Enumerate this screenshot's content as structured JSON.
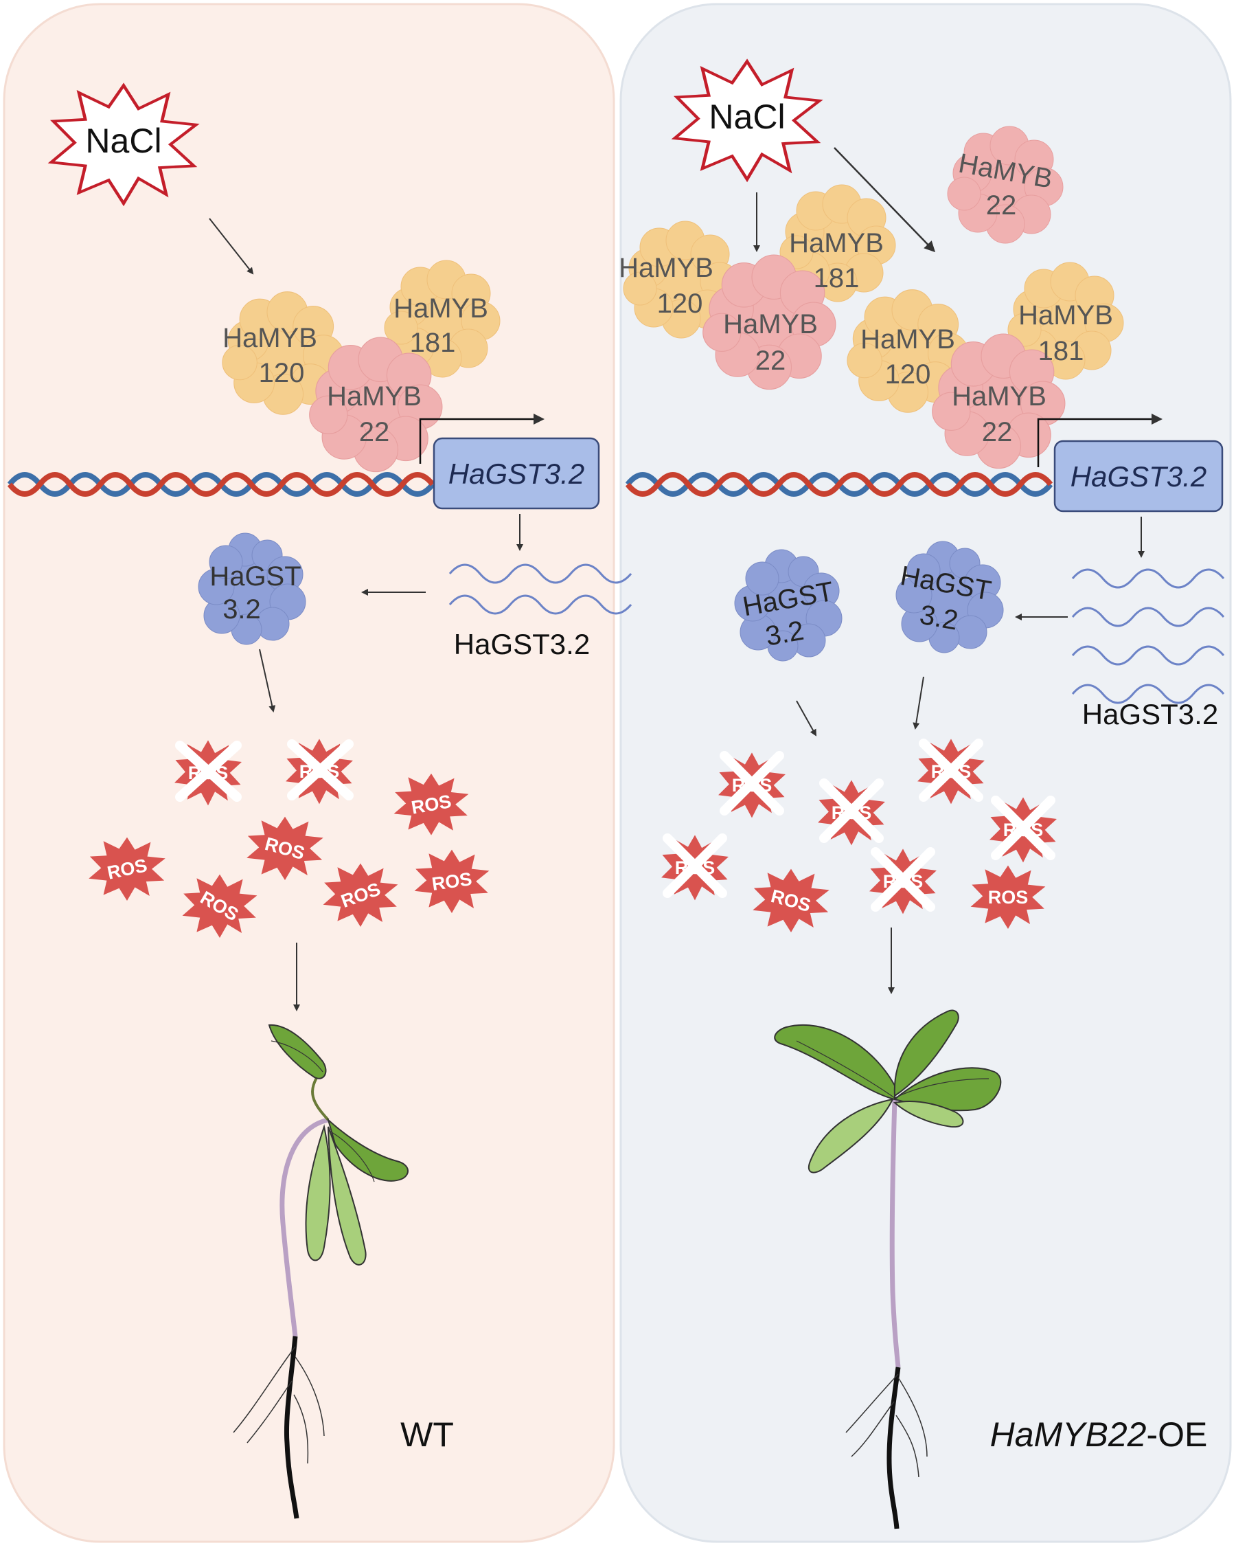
{
  "panels": {
    "wt": {
      "stress": "NaCl",
      "factors": [
        {
          "line1": "HaMYB",
          "line2": "120"
        },
        {
          "line1": "HaMYB",
          "line2": "181"
        },
        {
          "line1": "HaMYB",
          "line2": "22"
        }
      ],
      "gene": "HaGST3.2",
      "transcript": "HaGST3.2",
      "protein": {
        "line1": "HaGST",
        "line2": "3.2"
      },
      "ros_label": "ROS",
      "genotype": "WT"
    },
    "oe": {
      "stress": "NaCl",
      "free_factor": {
        "line1": "HaMYB",
        "line2": "22"
      },
      "complex1": [
        {
          "line1": "HaMYB",
          "line2": "120"
        },
        {
          "line1": "HaMYB",
          "line2": "181"
        },
        {
          "line1": "HaMYB",
          "line2": "22"
        }
      ],
      "complex2": [
        {
          "line1": "HaMYB",
          "line2": "120"
        },
        {
          "line1": "HaMYB",
          "line2": "181"
        },
        {
          "line1": "HaMYB",
          "line2": "22"
        }
      ],
      "gene": "HaGST3.2",
      "transcript": "HaGST3.2",
      "protein1": {
        "line1": "HaGST",
        "line2": "3.2"
      },
      "protein2": {
        "line1": "HaGST",
        "line2": "3.2"
      },
      "ros_label": "ROS",
      "genotype_italic": "HaMYB22",
      "genotype_suffix": "-OE"
    }
  },
  "colors": {
    "wt_bg": "#fcefe9",
    "oe_bg": "#eef1f5",
    "myb_yellow": "#f5cf8e",
    "myb_pink": "#f0b1b1",
    "gst_blue": "#8fa0d8",
    "gene_box": "#a9bde8",
    "ros_red": "#d9534f",
    "nacl_red": "#c41e2a",
    "dna_red": "#c8402f",
    "dna_blue": "#3d6fa8",
    "leaf_green": "#6ea53a",
    "leaf_light": "#a8cf7b",
    "stem_purple": "#b9a0c4"
  }
}
